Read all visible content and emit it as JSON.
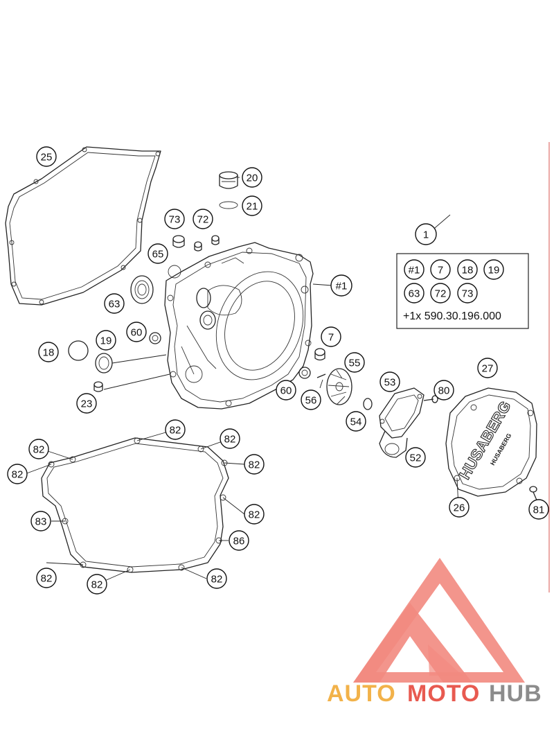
{
  "callouts": {
    "c1": "1",
    "c7": "7",
    "c7b": "7",
    "c18": "18",
    "c18b": "18",
    "c19": "19",
    "c19b": "19",
    "c20": "20",
    "c21": "21",
    "c23": "23",
    "c25": "25",
    "c26": "26",
    "c27": "27",
    "c52": "52",
    "c53": "53",
    "c54": "54",
    "c55": "55",
    "c56": "56",
    "c60": "60",
    "c60b": "60",
    "c63": "63",
    "c63b": "63",
    "c65": "65",
    "c72": "72",
    "c72b": "72",
    "c73": "73",
    "c73b": "73",
    "c80": "80",
    "c81": "81",
    "c83": "83",
    "c86": "86",
    "ca": "#1",
    "cb": "#1",
    "g1": "82",
    "g2": "82",
    "g3": "82",
    "g4": "82",
    "g5": "82",
    "g6": "82",
    "g7": "82",
    "g8": "82",
    "g9": "82"
  },
  "kit": {
    "note": "+1x 590.30.196.000"
  },
  "cover_logo": {
    "brand": "HUSABERG",
    "sub": "HUSABERG"
  },
  "watermark": {
    "auto": "AUTO",
    "moto": "MOTO",
    "hub": "HUB"
  },
  "colors": {
    "watermark_red": "#e85a50",
    "watermark_orange": "#f2b24a",
    "watermark_gray": "#8c8c8c"
  }
}
